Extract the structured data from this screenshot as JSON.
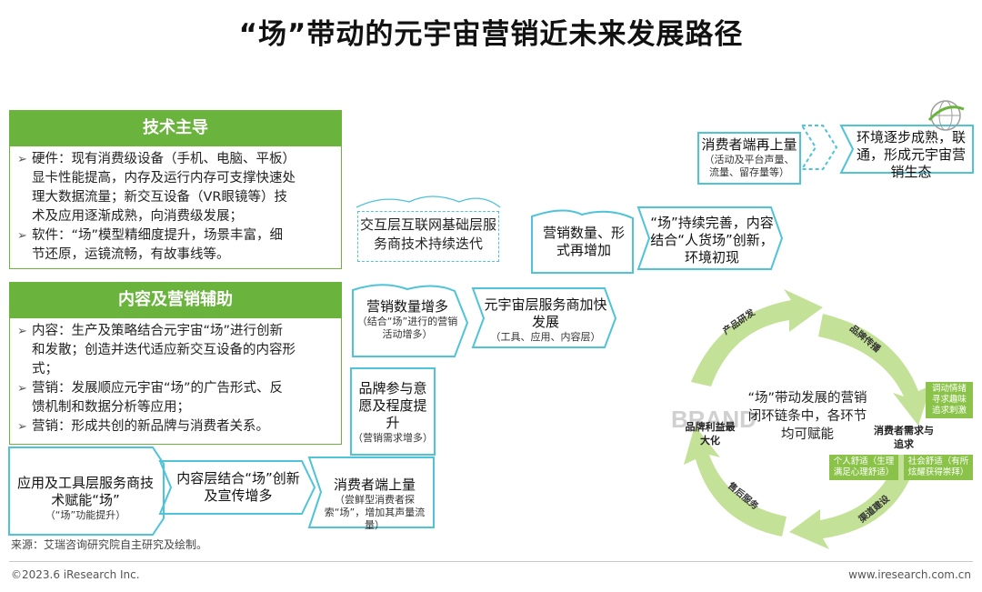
{
  "title": "“场”带动的元宇宙营销近未来发展路径",
  "panels": {
    "tech": {
      "heading": "技术主导",
      "bullets": [
        {
          "lines": [
            "硬件：现有消费级设备（手机、电脑、平板）",
            "显卡性能提高，内存及运行内存可支撑快速处",
            "理大数据流量；新交互设备（VR眼镜等）技",
            "术及应用逐渐成熟，向消费级发展；"
          ]
        },
        {
          "lines": [
            "软件：“场”模型精细度提升，场景丰富，细",
            "节还原，运镜流畅，有故事线等。"
          ]
        }
      ]
    },
    "content": {
      "heading": "内容及营销辅助",
      "bullets": [
        {
          "lines": [
            "内容：生产及策略结合元宇宙“场”进行创新",
            "和发散；创造并迭代适应新交互设备的内容形",
            "式；"
          ]
        },
        {
          "lines": [
            "营销：发展顺应元宇宙“场”的广告形式、反",
            "馈机制和数据分析等应用；"
          ]
        },
        {
          "lines": [
            "营销：形成共创的新品牌与消费者关系。"
          ]
        }
      ]
    }
  },
  "steps": {
    "s1": {
      "main": "应用及工具层服务商技术赋能“场”",
      "sub": "（“场”功能提升）"
    },
    "s2": {
      "main": "内容层结合“场”创新及宣传增多",
      "sub": ""
    },
    "s3": {
      "main": "消费者端上量",
      "sub": "（尝鲜型消费者探索“场”，增加其声量流量）"
    },
    "s4": {
      "main": "品牌参与意愿及程度提升",
      "sub": "（营销需求增多）"
    },
    "s5": {
      "main": "营销数量增多",
      "sub": "（结合“场”进行的营销活动增多）"
    },
    "s6": {
      "main": "元宇宙层服务商加快发展",
      "sub": "（工具、应用、内容层）"
    },
    "s7": {
      "main": "营销数量、形式再增加",
      "sub": ""
    },
    "s8": {
      "main": "“场”持续完善，内容结合“人货场”创新，环境初现",
      "sub": ""
    },
    "s9": {
      "main": "消费者端再上量",
      "sub": "（活动及平台声量、流量、留存量等）"
    },
    "s10": {
      "main": "环境逐步成熟，联通，形成元宇宙营销生态",
      "sub": ""
    }
  },
  "cloud_note": "交互层互联网基础层服务商技术持续迭代",
  "cycle": {
    "center": "“场”带动发展的营销闭环链条中，各环节均可赋能",
    "labels": {
      "product": "产品研发",
      "brand_spread": "品牌传播",
      "channel": "渠道建设",
      "after_sales": "售后服务"
    },
    "brand_node": "品牌利益最大化",
    "consumer_node": "消费者需求与追求",
    "brand_watermark": "BRAND",
    "notes": {
      "interest": "调动情绪寻求趣味追求刺激",
      "personal": "个人舒适（生理满足心理舒适）",
      "social": "社会舒适（有所炫耀获得崇拜）"
    }
  },
  "source": "来源：艾瑞咨询研究院自主研究及绘制。",
  "footer": {
    "copyright": "©2023.6 iResearch Inc.",
    "site": "www.iresearch.com.cn"
  },
  "colors": {
    "green": "#6ab33d",
    "cyan": "#4fc3d8",
    "cycle_green": "#a5d16b"
  }
}
